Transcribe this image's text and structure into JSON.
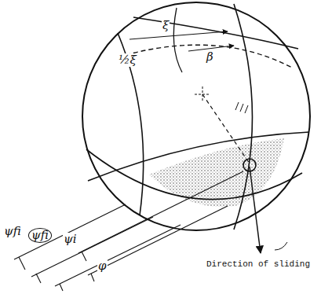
{
  "diagram": {
    "labels": [
      "ξ",
      "½ξ",
      "β",
      "ψfi",
      "ψfi",
      "ψi",
      "φ",
      "Direction of sliding"
    ]
  }
}
